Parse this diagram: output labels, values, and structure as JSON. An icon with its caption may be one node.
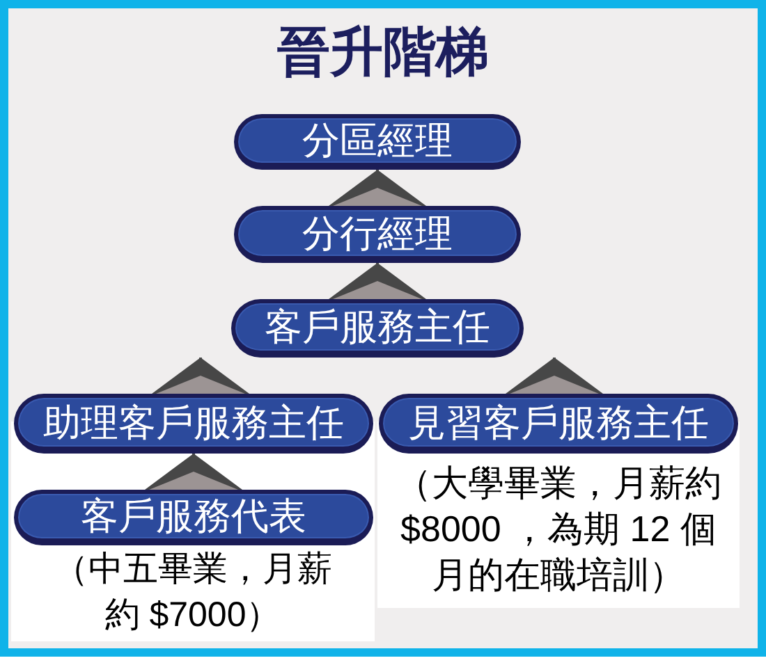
{
  "diagram": {
    "title": "晉升階梯",
    "nodes": [
      {
        "text": [
          "分區經理"
        ]
      },
      {
        "text": [
          "分行經理"
        ]
      },
      {
        "text": [
          "客戶服務主任"
        ]
      },
      {
        "text": [
          "助理客戶服務主任"
        ]
      },
      {
        "text": [
          "見習客戶服務主任"
        ],
        "beside": [
          "（大學畢業，月薪約 $8000 ，為期 12 個月的在職培訓）"
        ]
      },
      {
        "text": [
          "客戶服務代表"
        ],
        "beside": [
          "（中五畢業，月薪約 $7000）"
        ]
      }
    ],
    "edges": [
      {
        "from": 1,
        "to": 0,
        "arrow": "to"
      },
      {
        "from": 2,
        "to": 1,
        "arrow": "to"
      },
      {
        "from": 3,
        "to": 2,
        "arrow": "to"
      },
      {
        "from": 4,
        "to": 2,
        "arrow": "to"
      },
      {
        "from": 5,
        "to": 3,
        "arrow": "to"
      }
    ]
  }
}
